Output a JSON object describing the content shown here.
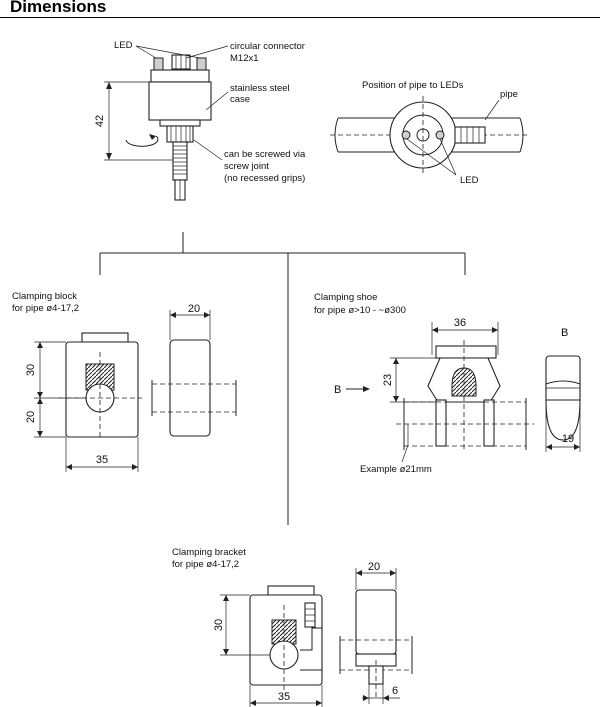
{
  "header": {
    "title": "Dimensions"
  },
  "sensor": {
    "led_label": "LED",
    "connector_label_line1": "circular connector",
    "connector_label_line2": "M12x1",
    "case_label_line1": "stainless steel",
    "case_label_line2": "case",
    "screw_label_line1": "can be screwed via",
    "screw_label_line2": "screw joint",
    "screw_label_line3": "(no recessed grips)",
    "height_dim": "42"
  },
  "pipe_position": {
    "title": "Position of pipe to LEDs",
    "pipe_label": "pipe",
    "led_label": "LED"
  },
  "clamping_block": {
    "title_line1": "Clamping block",
    "title_line2": "for pipe ø4-17,2",
    "dim_top": "30",
    "dim_bottom": "20",
    "dim_width": "35",
    "dim_side_width": "20"
  },
  "clamping_shoe": {
    "title_line1": "Clamping shoe",
    "title_line2": "for pipe  ø>10 - ~ø300",
    "dim_width": "36",
    "dim_height": "23",
    "arrow_label": "B",
    "view_label": "B",
    "dim_side": "19",
    "example_label": "Example ø21mm"
  },
  "clamping_bracket": {
    "title_line1": "Clamping bracket",
    "title_line2": "for pipe ø4-17,2",
    "dim_height": "30",
    "dim_width": "35",
    "dim_side_width": "20",
    "dim_slot": "6"
  }
}
